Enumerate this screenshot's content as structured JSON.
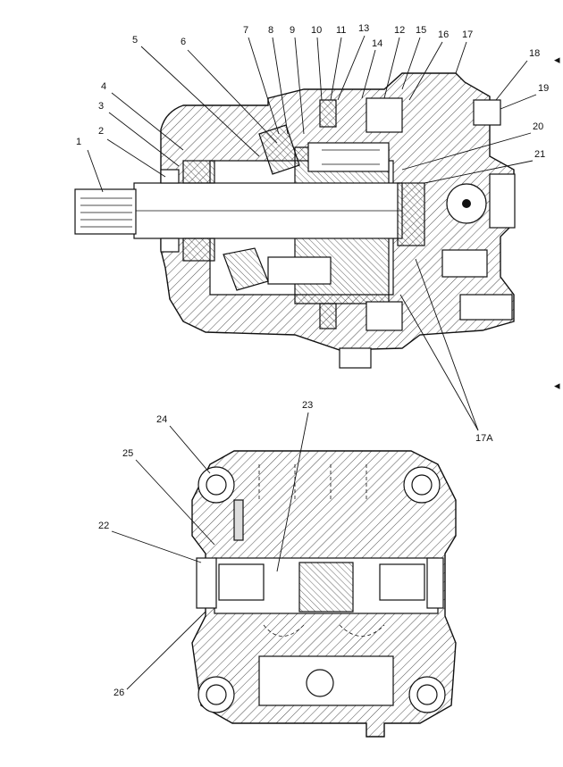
{
  "callouts_top": [
    "1",
    "2",
    "3",
    "4",
    "5",
    "6",
    "7",
    "8",
    "9",
    "10",
    "11",
    "13",
    "12",
    "14",
    "15",
    "16",
    "17",
    "18",
    "19",
    "20",
    "21",
    "17A"
  ],
  "callouts_bottom": [
    "24",
    "23",
    "25",
    "22",
    "26"
  ],
  "margin_marks": [
    "◂",
    "◂"
  ]
}
